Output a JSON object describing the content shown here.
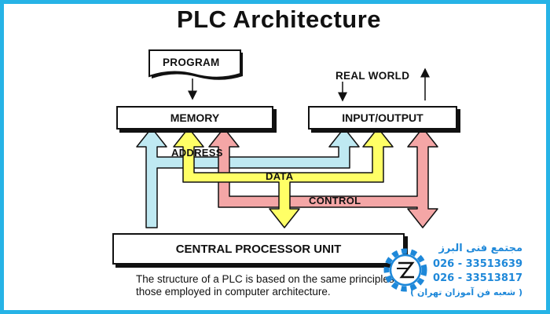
{
  "title": "PLC Architecture",
  "nodes": {
    "program": "PROGRAM",
    "memory": "MEMORY",
    "io": "INPUT/OUTPUT",
    "real_world": "REAL WORLD",
    "cpu": "CENTRAL PROCESSOR UNIT"
  },
  "buses": {
    "address": "ADDRESS",
    "data": "DATA",
    "control": "CONTROL"
  },
  "bus_colors": {
    "address": "#bfe9f2",
    "data": "#ffff66",
    "control": "#f4a6a6"
  },
  "caption": "The structure of a PLC is based on the same principles as those employed in computer architecture.",
  "watermark": {
    "name": "مجتمع فنی البرز",
    "phone1": "026 - 33513639",
    "phone2": "026 - 33513817",
    "branch": "( شعبه فن آموزان تهران )",
    "logo": "gear-logo",
    "color": "#1e88d9"
  },
  "frame_color": "#26b3e6"
}
